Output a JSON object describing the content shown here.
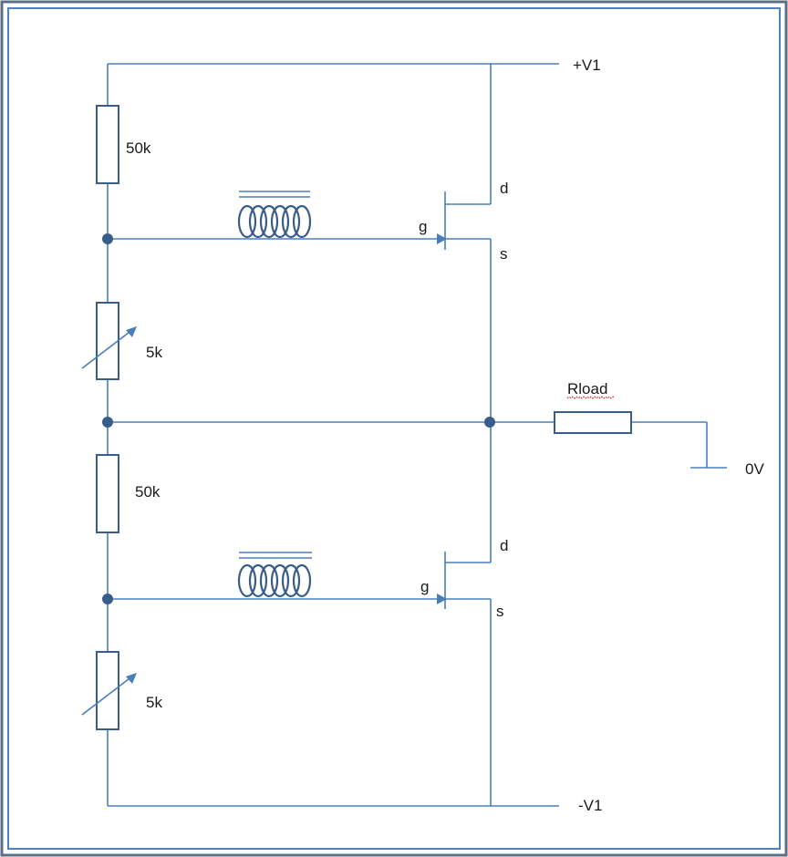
{
  "labels": {
    "supply_pos": "+V1",
    "supply_neg": "-V1",
    "ground": "0V",
    "load": "Rload",
    "r_top": "50k",
    "pot_top": "5k",
    "r_mid": "50k",
    "pot_bottom": "5k",
    "q1_drain": "d",
    "q1_gate": "g",
    "q1_source": "s",
    "q2_drain": "d",
    "q2_gate": "g",
    "q2_source": "s"
  },
  "colors": {
    "wire": "#4a7ebb",
    "component": "#385d8a",
    "frame_outer": "#5f6f83",
    "frame_inner": "#4f81bd"
  }
}
